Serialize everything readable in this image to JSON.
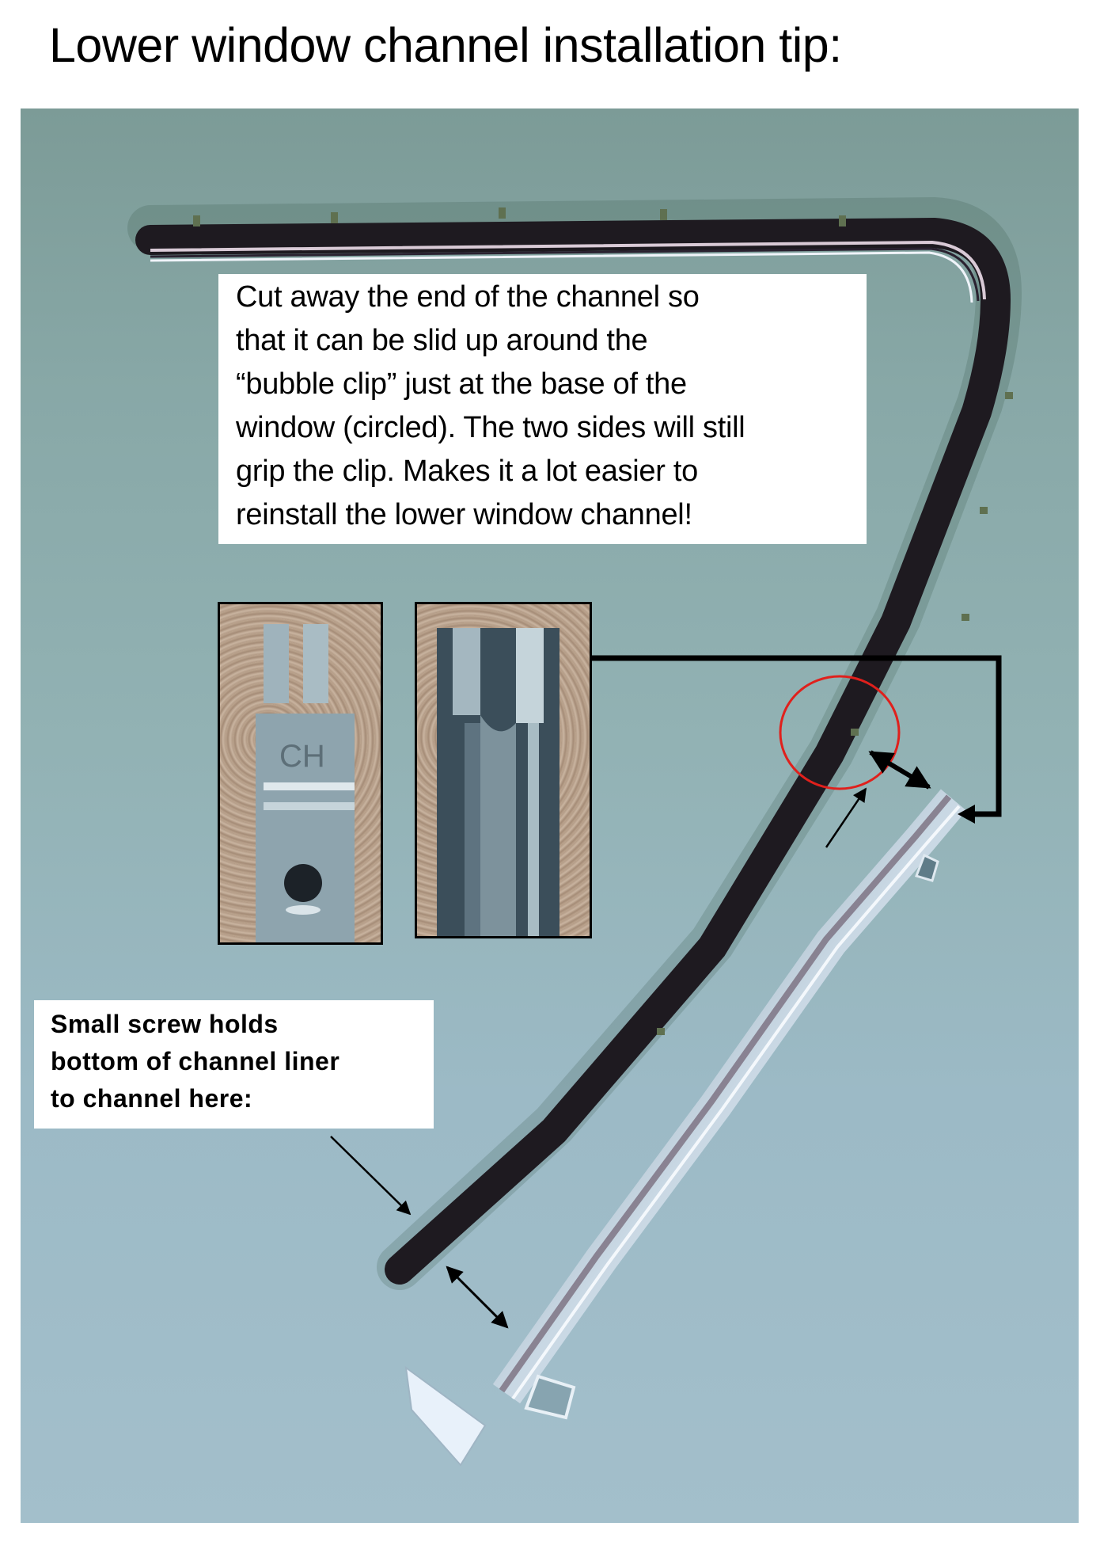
{
  "title": "Lower window channel installation tip:",
  "notes": {
    "top": {
      "lines": [
        "Cut away the end of the channel so",
        "that it can be slid up around the",
        "“bubble clip” just at the base of the",
        "window (circled). The two sides will still",
        "grip the clip. Makes  it a lot easier  to",
        "reinstall  the lower window  channel!"
      ]
    },
    "bottom": {
      "lines": [
        "Small screw holds",
        "bottom of channel liner",
        "to channel here:"
      ]
    }
  },
  "photo": {
    "description": "Photo of rubber window channel liner and metal lower window channel on light blue-green background",
    "insets": [
      {
        "name": "bubble-clip-closeup",
        "description": "Metal clip with U-shaped slot"
      },
      {
        "name": "cut-channel-closeup",
        "description": "Channel end cut away with U-shaped slot"
      }
    ],
    "annotations": {
      "circle_color": "#e0201c",
      "arrow_color": "#000000"
    }
  },
  "colors": {
    "background": "#ffffff",
    "photo_bg_top": "#7c9b97",
    "photo_bg_bottom": "#a3bfcb",
    "liner": "#1f1a1f",
    "metal": "#b8c8d4"
  }
}
